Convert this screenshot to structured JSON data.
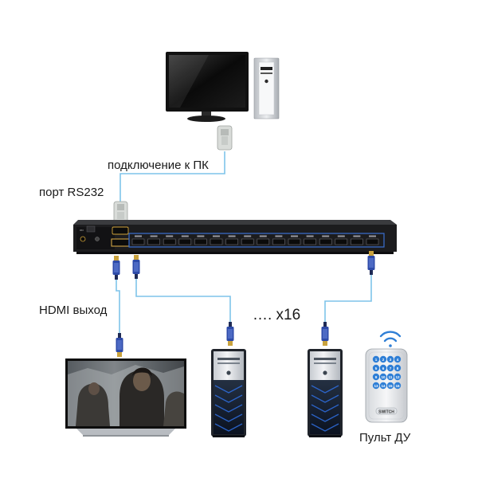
{
  "labels": {
    "pc_connection": "подключение к ПК",
    "rs232_port": "порт RS232",
    "hdmi_output": "HDMI выход",
    "multiplier": "…. x16",
    "remote": "Пульт ДУ"
  },
  "remote": {
    "switch_label": "SWITCH",
    "keys": [
      "1",
      "2",
      "3",
      "4",
      "5",
      "6",
      "7",
      "8",
      "9",
      "10",
      "11",
      "12",
      "13",
      "14",
      "15",
      "16"
    ]
  },
  "device": {
    "port_count": 16
  },
  "colors": {
    "cable": "#7ec4ea",
    "device_body": "#1c1c1e",
    "port_highlight": "#3a6fd1",
    "hdmi_plug": "#2d4aa8",
    "remote_key": "#2f7fd6"
  }
}
